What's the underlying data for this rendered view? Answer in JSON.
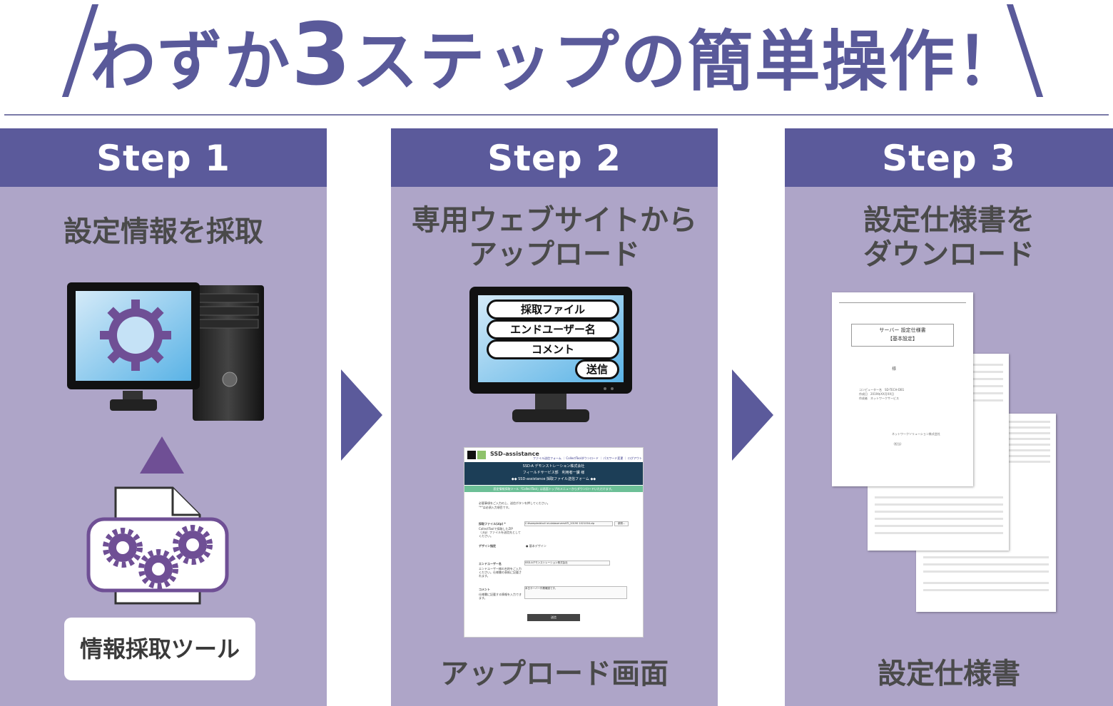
{
  "headline": {
    "part1": "わずか",
    "number": "3",
    "part2": "ステップの簡単操作！"
  },
  "colors": {
    "primary": "#5b5a9b",
    "panel": "#aea5c8",
    "text": "#4a4a4a",
    "gear": "#6f4f95"
  },
  "steps": [
    {
      "label": "Step 1",
      "title": "設定情報を採取",
      "caption": "情報採取ツール"
    },
    {
      "label": "Step 2",
      "title_line1": "専用ウェブサイトから",
      "title_line2": "アップロード",
      "caption": "アップロード画面"
    },
    {
      "label": "Step 3",
      "title_line1": "設定仕様書を",
      "title_line2": "ダウンロード",
      "caption": "設定仕様書"
    }
  ],
  "upload_monitor": {
    "fields": [
      "採取ファイル",
      "エンドユーザー名",
      "コメント"
    ],
    "submit": "送信"
  },
  "upload_page": {
    "logo": "SSD-assistance",
    "nav": "ファイル送信フォーム ｜ CollectToolダウンロード ｜ パスワード変更 ｜ ログアウト",
    "banner_lines": [
      "SSD-A デモンストレーション株式会社",
      "フィールドサービス部　利用者一課 様",
      "◆◆ SSD-assistance 採取ファイル送信フォーム ◆◆"
    ],
    "notice": "設定情報採取ツール「CollectTool」は画面トップのメニューからダウンロードいただけます。",
    "intro": [
      "必要事項をご入力の上、送信ボタンを押してください。",
      "\"*\"は必須入力項目です。"
    ],
    "file_label": "採取ファイル(zip) *",
    "file_help": "CollectToolで採取したZIP（.zip）ファイルを送信先としてください。",
    "file_value": "C:¥samples¥coll ict-dataservers¥TI_20190 1021004.zip",
    "browse": "参照...",
    "design_label": "デザイン指定",
    "design_value": "● 基本デザイン",
    "user_label": "エンドユーザー名",
    "user_help": "エンドユーザー様の名称をご入力ください。仕様書の表紙に記載されます。",
    "user_value": "SSD-Aデモンストレーション株式会社",
    "comment_label": "コメント",
    "comment_help": "仕様書に記載する情報を入力できます。",
    "comment_value": "本日サーバー作業確認です。",
    "submit": "送信"
  },
  "spec_doc": {
    "title_line1": "サーバー 設定仕様書",
    "title_line2": "【基本設定】",
    "to": "様",
    "meta": [
      "コンピューター名　SD-TECH-DB1",
      "作成日　2019年XX月XX日",
      "作成者　ネットワークサービス"
    ],
    "footer": [
      "ネットワークソリューション株式会社",
      "（担当）"
    ]
  }
}
